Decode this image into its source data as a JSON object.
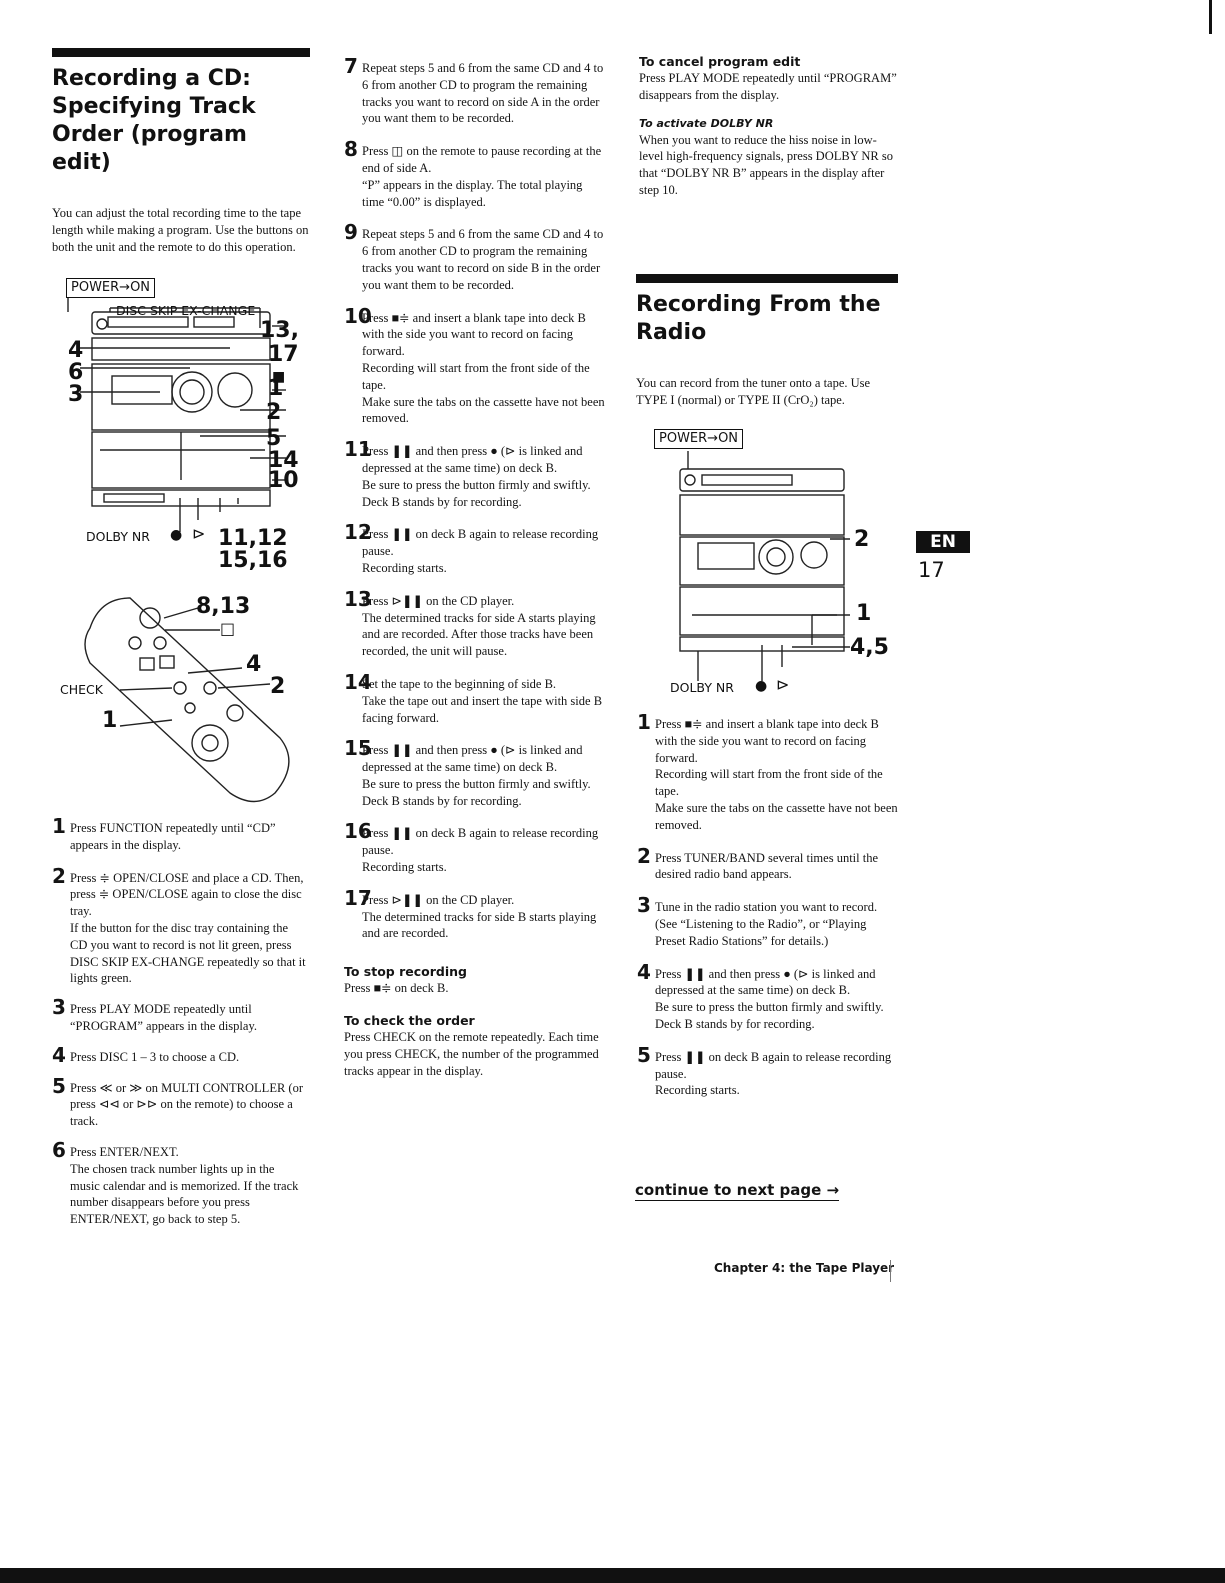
{
  "left": {
    "title": "Recording a CD: Specifying Track Order (program edit)",
    "intro": "You can adjust the total recording time to the tape length while making a program. Use the buttons on both the unit and the remote to do this operation.",
    "unit_figure": {
      "power_label": "POWER→ON",
      "disc_skip_label": "DISC SKIP EX-CHANGE",
      "callouts": [
        "13,",
        "17",
        "■",
        "1",
        "2",
        "5",
        "14",
        "10",
        "4",
        "6",
        "3",
        "11,12",
        "15,16"
      ],
      "bottom_labels": {
        "dolby": "DOLBY NR",
        "record": "●",
        "play": "⊳"
      }
    },
    "remote_figure": {
      "callouts": [
        "8,13",
        "□",
        "4",
        "2",
        "1"
      ],
      "check_label": "CHECK"
    },
    "steps": [
      {
        "num": "1",
        "text": "Press FUNCTION repeatedly until “CD” appears in the display."
      },
      {
        "num": "2",
        "text": "Press ≑ OPEN/CLOSE and place a CD. Then, press ≑ OPEN/CLOSE again to close the disc tray.\nIf the button for the disc tray containing the CD you want to record is not lit green, press DISC SKIP EX-CHANGE repeatedly so that it lights green."
      },
      {
        "num": "3",
        "text": "Press PLAY MODE repeatedly until “PROGRAM” appears in the display."
      },
      {
        "num": "4",
        "text": "Press DISC 1 – 3 to choose a CD."
      },
      {
        "num": "5",
        "text": "Press ≪ or ≫ on MULTI CONTROLLER (or press ⊲⊲ or ⊳⊳ on the remote) to choose a track."
      },
      {
        "num": "6",
        "text": "Press ENTER/NEXT.\nThe chosen track number lights up in the music calendar and is memorized. If the track number disappears before you press ENTER/NEXT, go back to step 5."
      }
    ]
  },
  "middle": {
    "steps": [
      {
        "num": "7",
        "text": "Repeat steps 5 and 6 from the same CD and 4 to 6 from another CD to program the remaining tracks you want to record on side A in the order you want them to be recorded."
      },
      {
        "num": "8",
        "text": "Press ◫ on the remote to pause recording at the end of side A.\n“P” appears in the display. The total playing time “0.00” is displayed."
      },
      {
        "num": "9",
        "text": "Repeat steps 5 and 6 from the same CD and 4 to 6 from another CD to program the remaining tracks you want to record on side B in the order you want them to be recorded."
      },
      {
        "num": "10",
        "text": "Press ■≑ and insert a blank tape into deck B with the side you want to record on facing forward.\nRecording will start from the front side of the tape.\nMake sure the tabs on the cassette have not been removed."
      },
      {
        "num": "11",
        "text": "Press ❚❚ and then press ● (⊳ is linked and depressed at the same time) on deck B.\nBe sure to press the button firmly and swiftly.\nDeck B stands by for recording."
      },
      {
        "num": "12",
        "text": "Press ❚❚ on deck B again to release recording pause.\nRecording starts."
      },
      {
        "num": "13",
        "text": "Press ⊳❚❚ on the CD player.\nThe determined tracks for side A starts playing and are recorded. After those tracks have been recorded, the unit will pause."
      },
      {
        "num": "14",
        "text": "Set the tape to the beginning of side B.\nTake the tape out and insert the tape with side B facing forward."
      },
      {
        "num": "15",
        "text": "Press ❚❚ and then press ● (⊳ is linked and depressed at the same time) on deck B.\nBe sure to press the button firmly and swiftly.\nDeck B stands by for recording."
      },
      {
        "num": "16",
        "text": "Press ❚❚ on deck B again to release recording pause.\nRecording starts."
      },
      {
        "num": "17",
        "text": "Press ⊳❚❚ on the CD player.\nThe determined tracks for side B starts playing and are recorded."
      }
    ],
    "stop_head": "To stop recording",
    "stop_text": "Press ■≑ on deck B.",
    "check_head": "To check the order",
    "check_text": "Press CHECK on the remote repeatedly. Each time you press CHECK, the number of the programmed tracks appear in the display."
  },
  "right": {
    "cancel_head": "To cancel program edit",
    "cancel_text": "Press PLAY MODE repeatedly until “PROGRAM” disappears from the display.",
    "dolby_head": "To activate DOLBY NR",
    "dolby_text": "When you want to reduce the hiss noise in low-level high-frequency signals, press DOLBY NR so that “DOLBY NR B” appears in the display after step 10.",
    "title": "Recording From the Radio",
    "intro": "You can record from the tuner onto a tape. Use TYPE I (normal) or TYPE II (CrO₂) tape.",
    "figure": {
      "power_label": "POWER→ON",
      "callouts": [
        "2",
        "1",
        "4,5"
      ],
      "bottom_labels": {
        "dolby": "DOLBY NR",
        "record": "●",
        "play": "⊳"
      }
    },
    "steps": [
      {
        "num": "1",
        "text": "Press ■≑ and insert a blank tape into deck B with the side you want to record on facing forward.\nRecording will start from the front side of the tape.\nMake sure the tabs on the cassette have not been removed."
      },
      {
        "num": "2",
        "text": "Press TUNER/BAND several times until the desired radio band appears."
      },
      {
        "num": "3",
        "text": "Tune in the radio station you want to record. (See “Listening to the Radio”, or “Playing Preset Radio Stations” for details.)"
      },
      {
        "num": "4",
        "text": "Press ❚❚ and then press ● (⊳ is linked and depressed at the same time) on deck B.\nBe sure to press the button firmly and swiftly.\nDeck B stands by for recording."
      },
      {
        "num": "5",
        "text": "Press ❚❚ on deck B again to release recording pause.\nRecording starts."
      }
    ],
    "continue": "continue to next page →"
  },
  "side": {
    "lang": "EN",
    "page_number": "17"
  },
  "footer": {
    "chapter": "Chapter 4: the Tape Player"
  }
}
